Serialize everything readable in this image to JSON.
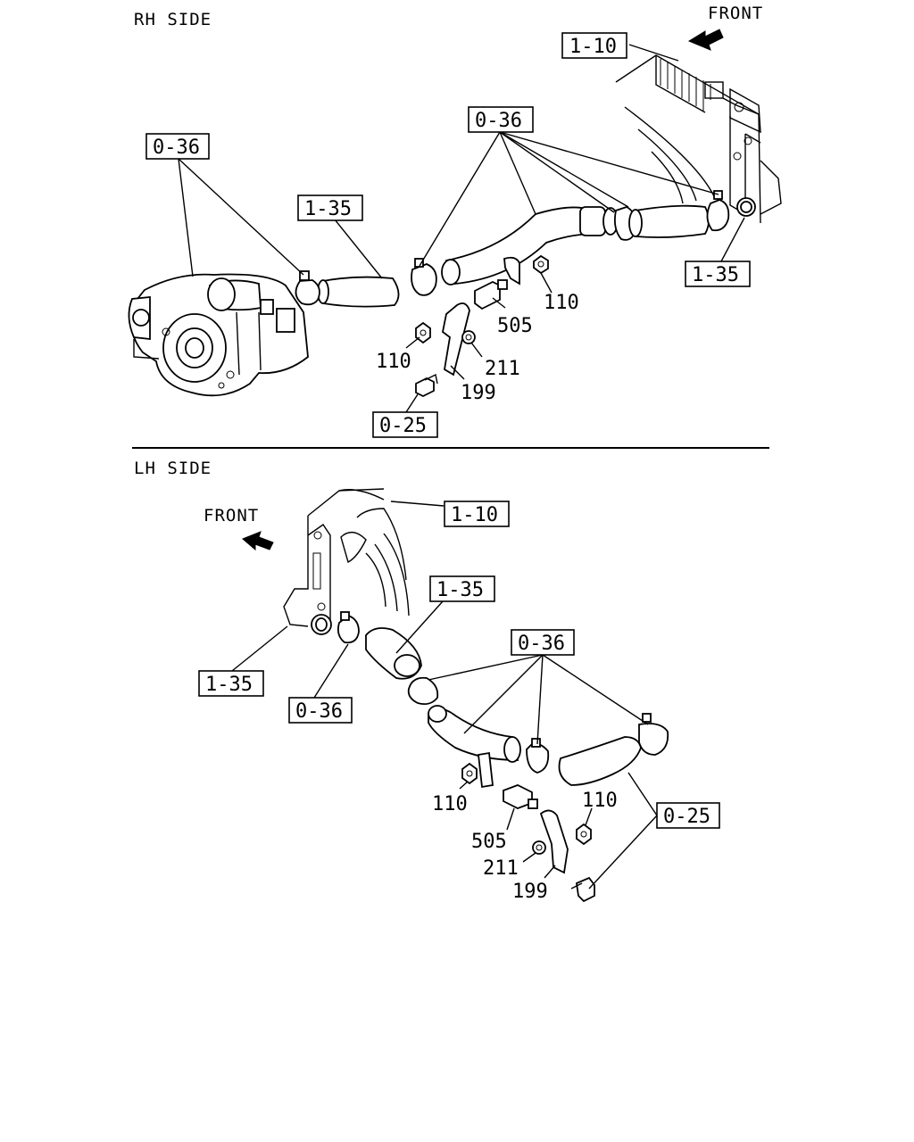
{
  "rh": {
    "title": "RH SIDE",
    "front": "FRONT",
    "ref_intercooler": "1-10",
    "ref_clamp_top": "0-36",
    "ref_clamp_left": "0-36",
    "ref_hose_mid": "1-35",
    "ref_hose_right": "1-35",
    "ref_bolt": "0-25",
    "part_110_a": "110",
    "part_110_b": "110",
    "part_505": "505",
    "part_211": "211",
    "part_199": "199"
  },
  "lh": {
    "title": "LH SIDE",
    "front": "FRONT",
    "ref_intercooler": "1-10",
    "ref_hose_upper": "1-35",
    "ref_hose_left": "1-35",
    "ref_clamp_left": "0-36",
    "ref_clamp_right": "0-36",
    "ref_bolt": "0-25",
    "part_110_a": "110",
    "part_110_b": "110",
    "part_505": "505",
    "part_211": "211",
    "part_199": "199"
  }
}
